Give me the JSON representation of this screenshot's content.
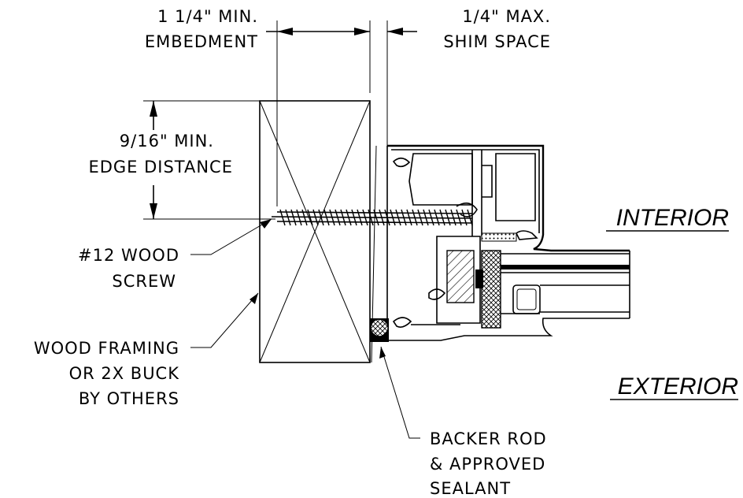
{
  "labels": {
    "embedment_line1": "1 1/4\" MIN.",
    "embedment_line2": "EMBEDMENT",
    "shim_line1": "1/4\" MAX.",
    "shim_line2": "SHIM SPACE",
    "edge_line1": "9/16\" MIN.",
    "edge_line2": "EDGE DISTANCE",
    "screw_line1": "#12 WOOD",
    "screw_line2": "SCREW",
    "framing_line1": "WOOD FRAMING",
    "framing_line2": "OR 2X BUCK",
    "framing_line3": "BY OTHERS",
    "sealant_line1": "BACKER ROD",
    "sealant_line2": "& APPROVED",
    "sealant_line3": "SEALANT",
    "interior": "INTERIOR",
    "exterior": "EXTERIOR"
  }
}
